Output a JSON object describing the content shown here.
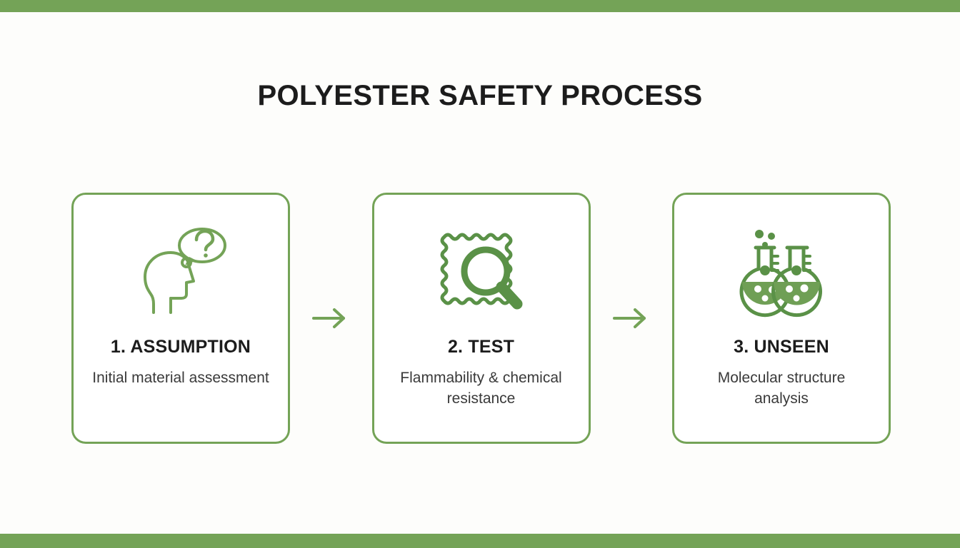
{
  "slide": {
    "title": "POLYESTER SAFETY PROCESS",
    "background_color": "#fdfdfb",
    "accent_color": "#74a357",
    "title_color": "#1c1c1c"
  },
  "bands": {
    "top_color": "#74a357",
    "bottom_color": "#74a357"
  },
  "steps": [
    {
      "icon": "head-question-bubble-icon",
      "title": "1. ASSUMPTION",
      "description": "Initial material assessment"
    },
    {
      "icon": "fabric-swatch-magnifier-icon",
      "title": "2. TEST",
      "description": "Flammability & chemical resistance"
    },
    {
      "icon": "lab-flasks-icon",
      "title": "3. UNSEEN",
      "description": "Molecular structure analysis"
    }
  ],
  "connectors": [
    {
      "icon": "arrow-right-icon"
    },
    {
      "icon": "arrow-right-icon"
    }
  ]
}
